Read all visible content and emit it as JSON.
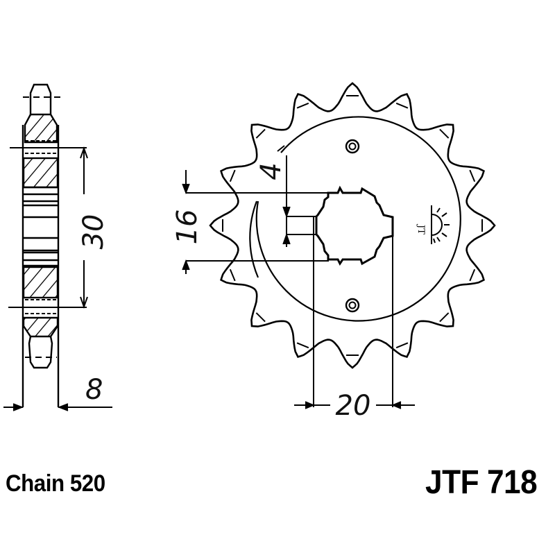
{
  "drawing": {
    "type": "sprocket technical drawing",
    "teeth_count": 16,
    "colors": {
      "line": "#000000",
      "background": "#ffffff"
    },
    "dimensions": {
      "hub_height": "30",
      "width": "8",
      "spline_width": "4",
      "bore_flat": "16",
      "bore_diameter": "20"
    }
  },
  "footer": {
    "chain": "Chain 520",
    "part_number": "JTF 718"
  }
}
